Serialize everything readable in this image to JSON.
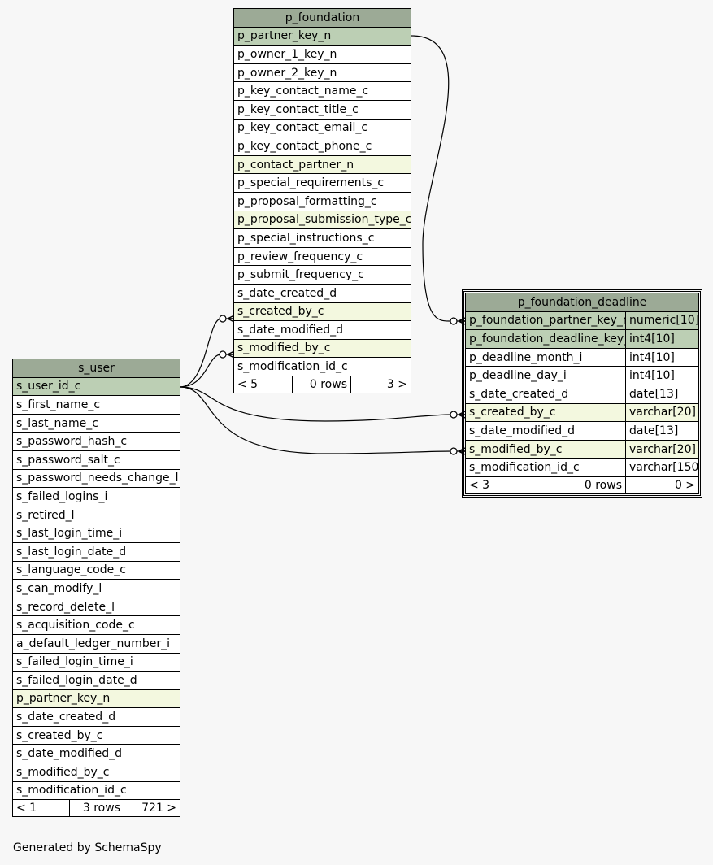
{
  "tables": {
    "p_foundation": {
      "name": "p_foundation",
      "columns": [
        {
          "name": "p_partner_key_n",
          "kind": "pk"
        },
        {
          "name": "p_owner_1_key_n",
          "kind": ""
        },
        {
          "name": "p_owner_2_key_n",
          "kind": ""
        },
        {
          "name": "p_key_contact_name_c",
          "kind": ""
        },
        {
          "name": "p_key_contact_title_c",
          "kind": ""
        },
        {
          "name": "p_key_contact_email_c",
          "kind": ""
        },
        {
          "name": "p_key_contact_phone_c",
          "kind": ""
        },
        {
          "name": "p_contact_partner_n",
          "kind": "fk"
        },
        {
          "name": "p_special_requirements_c",
          "kind": ""
        },
        {
          "name": "p_proposal_formatting_c",
          "kind": ""
        },
        {
          "name": "p_proposal_submission_type_c",
          "kind": "fk"
        },
        {
          "name": "p_special_instructions_c",
          "kind": ""
        },
        {
          "name": "p_review_frequency_c",
          "kind": ""
        },
        {
          "name": "p_submit_frequency_c",
          "kind": ""
        },
        {
          "name": "s_date_created_d",
          "kind": ""
        },
        {
          "name": "s_created_by_c",
          "kind": "fk"
        },
        {
          "name": "s_date_modified_d",
          "kind": ""
        },
        {
          "name": "s_modified_by_c",
          "kind": "fk"
        },
        {
          "name": "s_modification_id_c",
          "kind": ""
        }
      ],
      "footer": {
        "left": "< 5",
        "mid": "0 rows",
        "right": "3 >"
      }
    },
    "p_foundation_deadline": {
      "name": "p_foundation_deadline",
      "columns": [
        {
          "name": "p_foundation_partner_key_n",
          "type": "numeric[10]",
          "kind": "pk"
        },
        {
          "name": "p_foundation_deadline_key_i",
          "type": "int4[10]",
          "kind": "pk"
        },
        {
          "name": "p_deadline_month_i",
          "type": "int4[10]",
          "kind": ""
        },
        {
          "name": "p_deadline_day_i",
          "type": "int4[10]",
          "kind": ""
        },
        {
          "name": "s_date_created_d",
          "type": "date[13]",
          "kind": ""
        },
        {
          "name": "s_created_by_c",
          "type": "varchar[20]",
          "kind": "fk"
        },
        {
          "name": "s_date_modified_d",
          "type": "date[13]",
          "kind": ""
        },
        {
          "name": "s_modified_by_c",
          "type": "varchar[20]",
          "kind": "fk"
        },
        {
          "name": "s_modification_id_c",
          "type": "varchar[150]",
          "kind": ""
        }
      ],
      "footer": {
        "left": "< 3",
        "mid": "0 rows",
        "right": "0 >"
      }
    },
    "s_user": {
      "name": "s_user",
      "columns": [
        {
          "name": "s_user_id_c",
          "kind": "pk"
        },
        {
          "name": "s_first_name_c",
          "kind": ""
        },
        {
          "name": "s_last_name_c",
          "kind": ""
        },
        {
          "name": "s_password_hash_c",
          "kind": ""
        },
        {
          "name": "s_password_salt_c",
          "kind": ""
        },
        {
          "name": "s_password_needs_change_l",
          "kind": ""
        },
        {
          "name": "s_failed_logins_i",
          "kind": ""
        },
        {
          "name": "s_retired_l",
          "kind": ""
        },
        {
          "name": "s_last_login_time_i",
          "kind": ""
        },
        {
          "name": "s_last_login_date_d",
          "kind": ""
        },
        {
          "name": "s_language_code_c",
          "kind": ""
        },
        {
          "name": "s_can_modify_l",
          "kind": ""
        },
        {
          "name": "s_record_delete_l",
          "kind": ""
        },
        {
          "name": "s_acquisition_code_c",
          "kind": ""
        },
        {
          "name": "a_default_ledger_number_i",
          "kind": ""
        },
        {
          "name": "s_failed_login_time_i",
          "kind": ""
        },
        {
          "name": "s_failed_login_date_d",
          "kind": ""
        },
        {
          "name": "p_partner_key_n",
          "kind": "fk"
        },
        {
          "name": "s_date_created_d",
          "kind": ""
        },
        {
          "name": "s_created_by_c",
          "kind": ""
        },
        {
          "name": "s_date_modified_d",
          "kind": ""
        },
        {
          "name": "s_modified_by_c",
          "kind": ""
        },
        {
          "name": "s_modification_id_c",
          "kind": ""
        }
      ],
      "footer": {
        "left": "< 1",
        "mid": "3 rows",
        "right": "721 >"
      }
    }
  },
  "generated_by": "Generated by SchemaSpy",
  "colors": {
    "header": "#9caa96",
    "primary_key": "#bccfb4",
    "foreign_key": "#f3f8df",
    "background": "#f7f7f7"
  }
}
